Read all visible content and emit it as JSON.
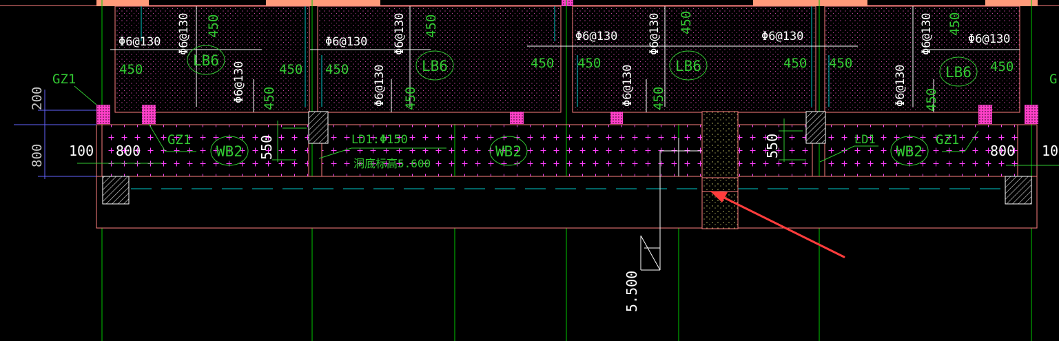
{
  "labels": {
    "rebar": "Φ6@130",
    "dim_450": "450",
    "dim_200": "200",
    "dim_800": "800",
    "dim_100": "100",
    "dim_550": "550",
    "slab_lb6": "LB6",
    "slab_wb2": "WB2",
    "column_gz1": "GZ1",
    "lintel_ld1_full": "LD1:Φ150",
    "lintel_ld1": "LD1",
    "hole_bottom": "洞底标高5.600",
    "elevation": "5.500"
  },
  "colors": {
    "background": "#000000",
    "wall_line": "#ff7f7f",
    "grid_line": "#00c800",
    "dim_green": "#32c832",
    "label_white": "#ffffff",
    "hatch_pink": "#ff40ff",
    "dim_blue": "#6464ff",
    "arrow": "#ff3c3c",
    "cyan": "#00c8c8",
    "salmon": "#ff9a7a"
  }
}
